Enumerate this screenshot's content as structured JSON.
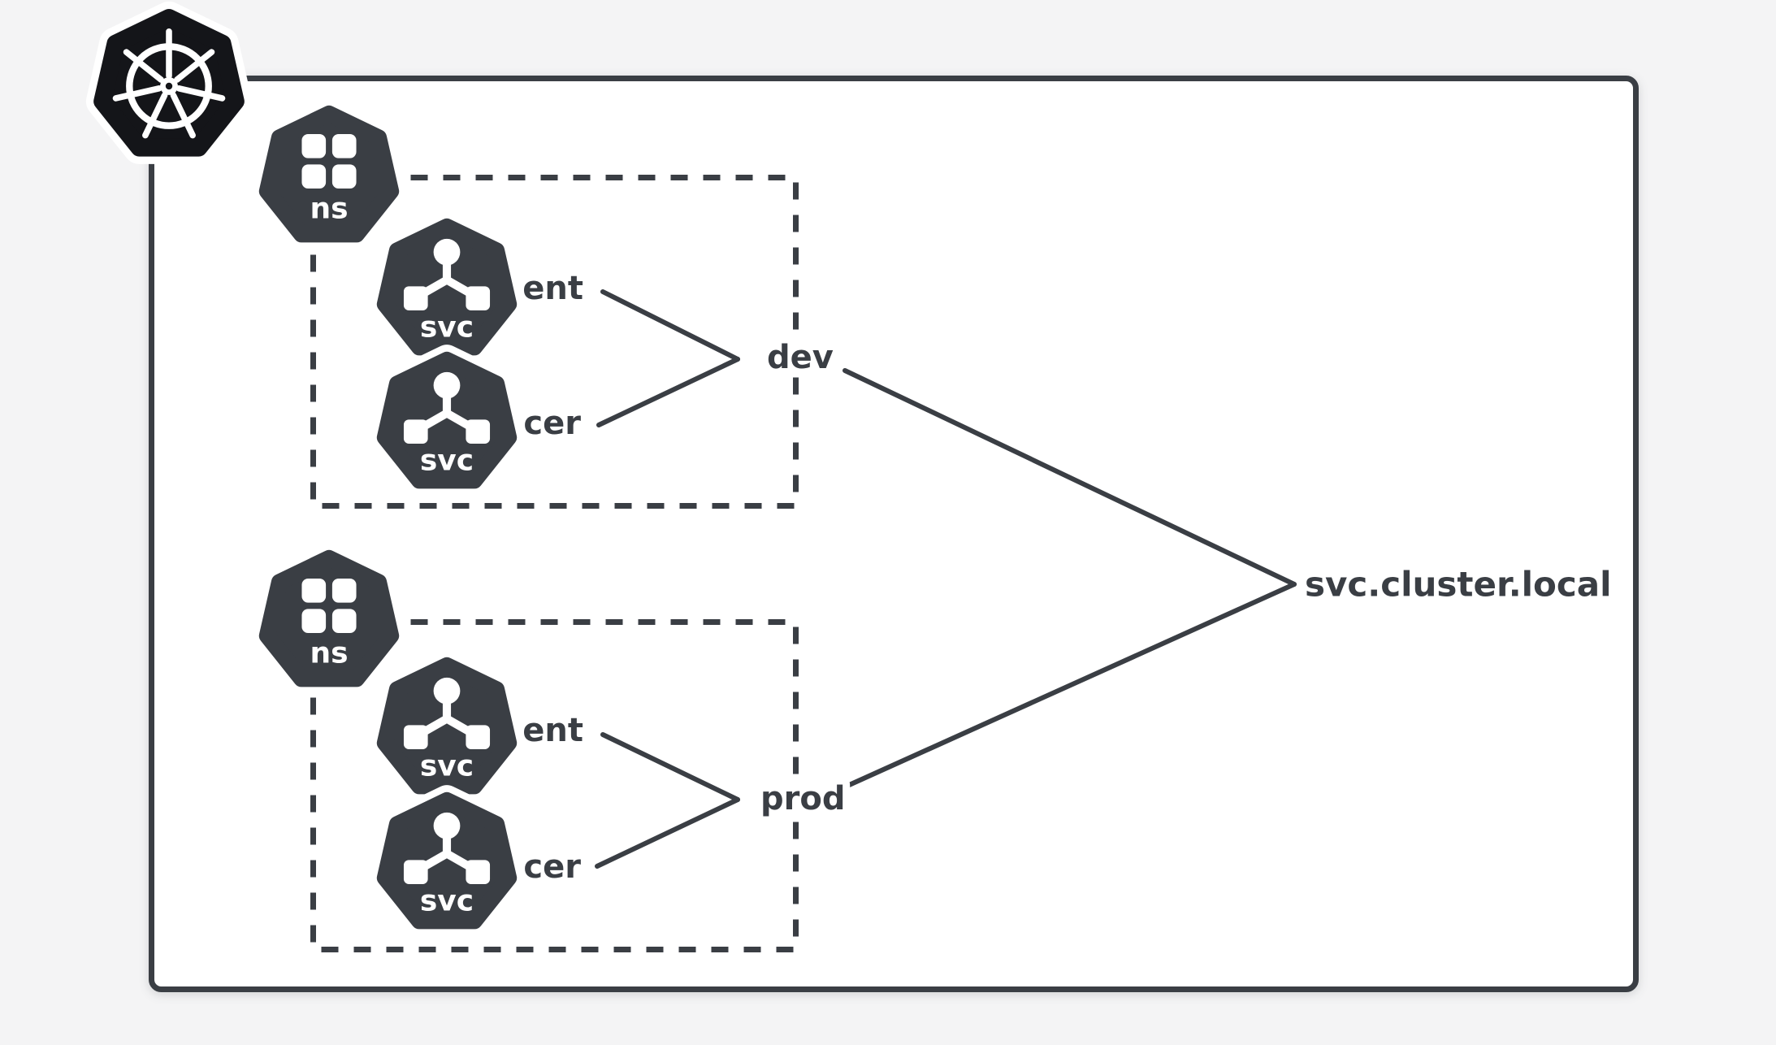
{
  "colors": {
    "ink": "#3a3e44",
    "logo": "#141519",
    "background": "#f4f4f5",
    "cluster_fill": "#ffffff"
  },
  "cluster": {
    "logo_icon": "kubernetes-logo",
    "domain_label": "svc.cluster.local",
    "namespaces": [
      {
        "icon_label": "ns",
        "zone_label": "dev",
        "services": [
          {
            "icon_label": "svc",
            "name": "ent"
          },
          {
            "icon_label": "svc",
            "name": "cer"
          }
        ]
      },
      {
        "icon_label": "ns",
        "zone_label": "prod",
        "services": [
          {
            "icon_label": "svc",
            "name": "ent"
          },
          {
            "icon_label": "svc",
            "name": "cer"
          }
        ]
      }
    ]
  }
}
